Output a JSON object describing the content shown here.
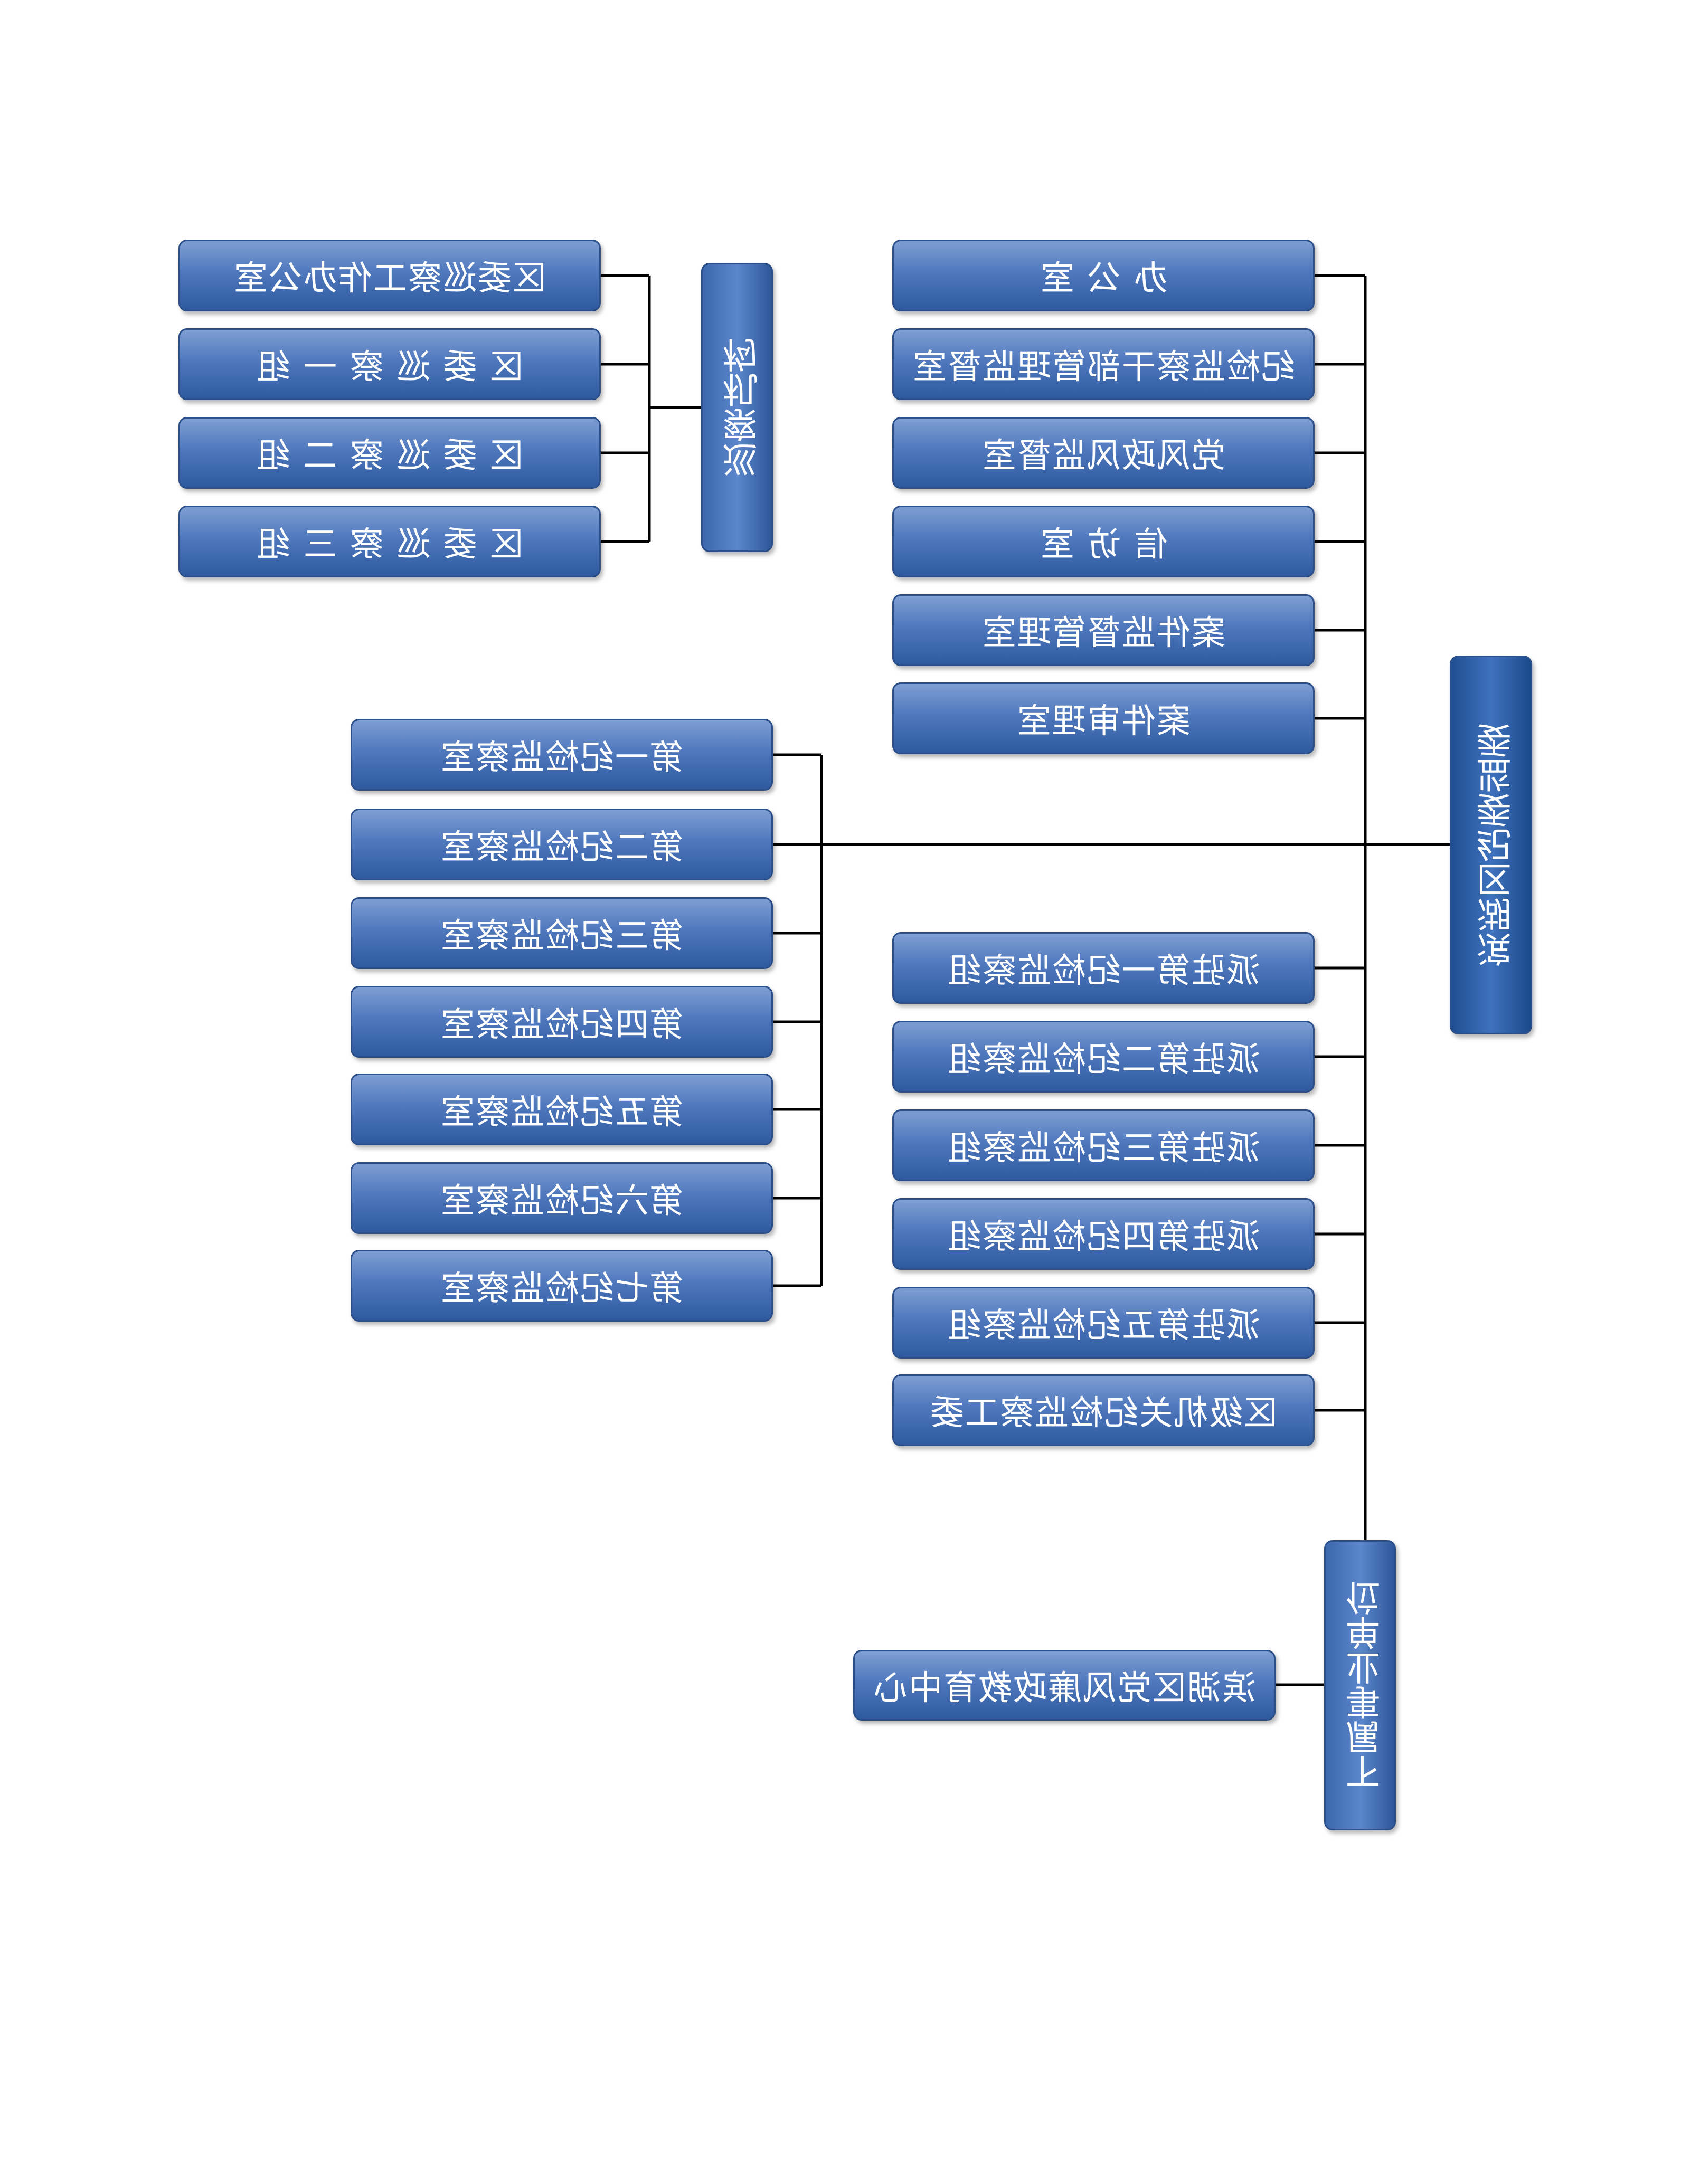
{
  "nodes": {
    "root": "滨湖区纪委监委",
    "inspection_dept": "巡察机构",
    "affiliated_units": "下属事业单位",
    "offices": [
      "办 公 室",
      "纪检监察干部管理监督室",
      "党风政风监督室",
      "信 访 室",
      "案件监督管理室",
      "案件审理室"
    ],
    "inspection_groups": [
      "区委巡察工作办公室",
      "区 委 巡 察 一 组",
      "区 委 巡 察 二 组",
      "区 委 巡 察 三 组"
    ],
    "supervision_rooms": [
      "第一纪检监察室",
      "第二纪检监察室",
      "第三纪检监察室",
      "第四纪检监察室",
      "第五纪检监察室",
      "第六纪检监察室",
      "第七纪检监察室"
    ],
    "stationed_groups": [
      "派驻第一纪检监察组",
      "派驻第二纪检监察组",
      "派驻第三纪检监察组",
      "派驻第四纪检监察组",
      "派驻第五纪检监察组",
      "区级机关纪检监察工委"
    ],
    "education_center": "滨湖区党风廉政教育中心"
  }
}
